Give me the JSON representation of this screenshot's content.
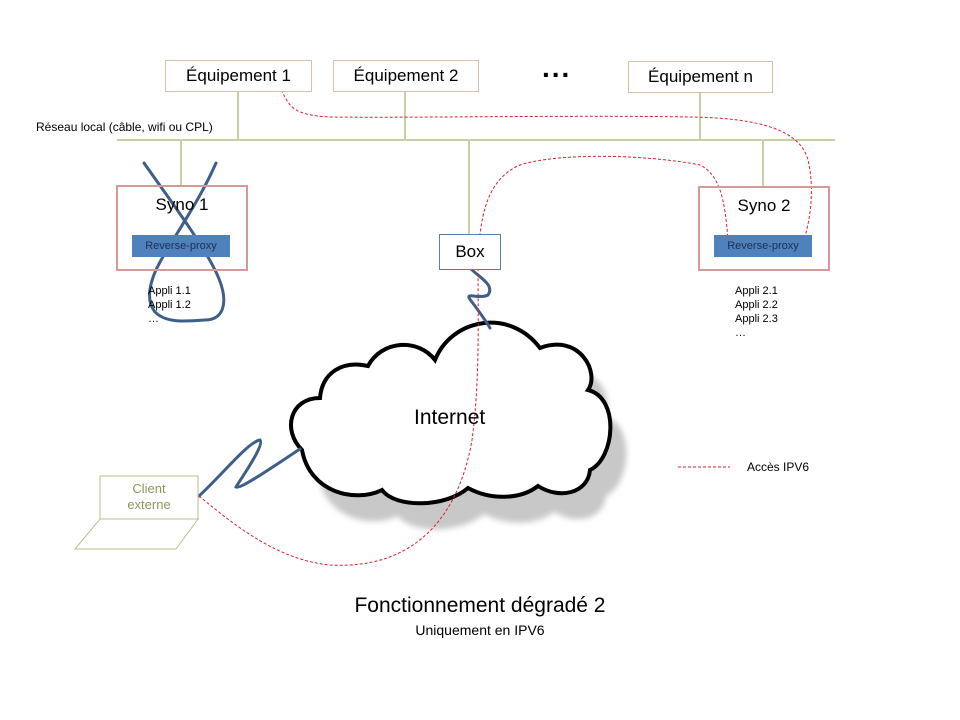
{
  "equipments": [
    {
      "label": "Équipement 1"
    },
    {
      "label": "Équipement 2"
    },
    {
      "label": "Équipement n"
    }
  ],
  "ellipsis": "...",
  "lan_label": "Réseau local (câble, wifi ou CPL)",
  "syno1": {
    "title": "Syno 1",
    "proxy": "Reverse-proxy",
    "apps": [
      "Appli 1.1",
      "Appli 1.2",
      "…"
    ],
    "status": "crossed-out"
  },
  "syno2": {
    "title": "Syno 2",
    "proxy": "Reverse-proxy",
    "apps": [
      "Appli 2.1",
      "Appli 2.2",
      "Appli 2.3",
      "…"
    ]
  },
  "box": {
    "label": "Box"
  },
  "internet": {
    "label": "Internet"
  },
  "client": {
    "line1": "Client",
    "line2": "externe"
  },
  "legend": {
    "ipv6_label": "Accès IPV6",
    "ipv6_color": "#d9222a"
  },
  "colors": {
    "lan_line": "#c8cfa4",
    "link_blue": "#3e5f8a",
    "proxy_fill": "#4f81bd",
    "syno_border": "#d49a9a",
    "client_color": "#8b9a5a"
  },
  "footer": {
    "title": "Fonctionnement dégradé 2",
    "subtitle": "Uniquement en IPV6"
  }
}
